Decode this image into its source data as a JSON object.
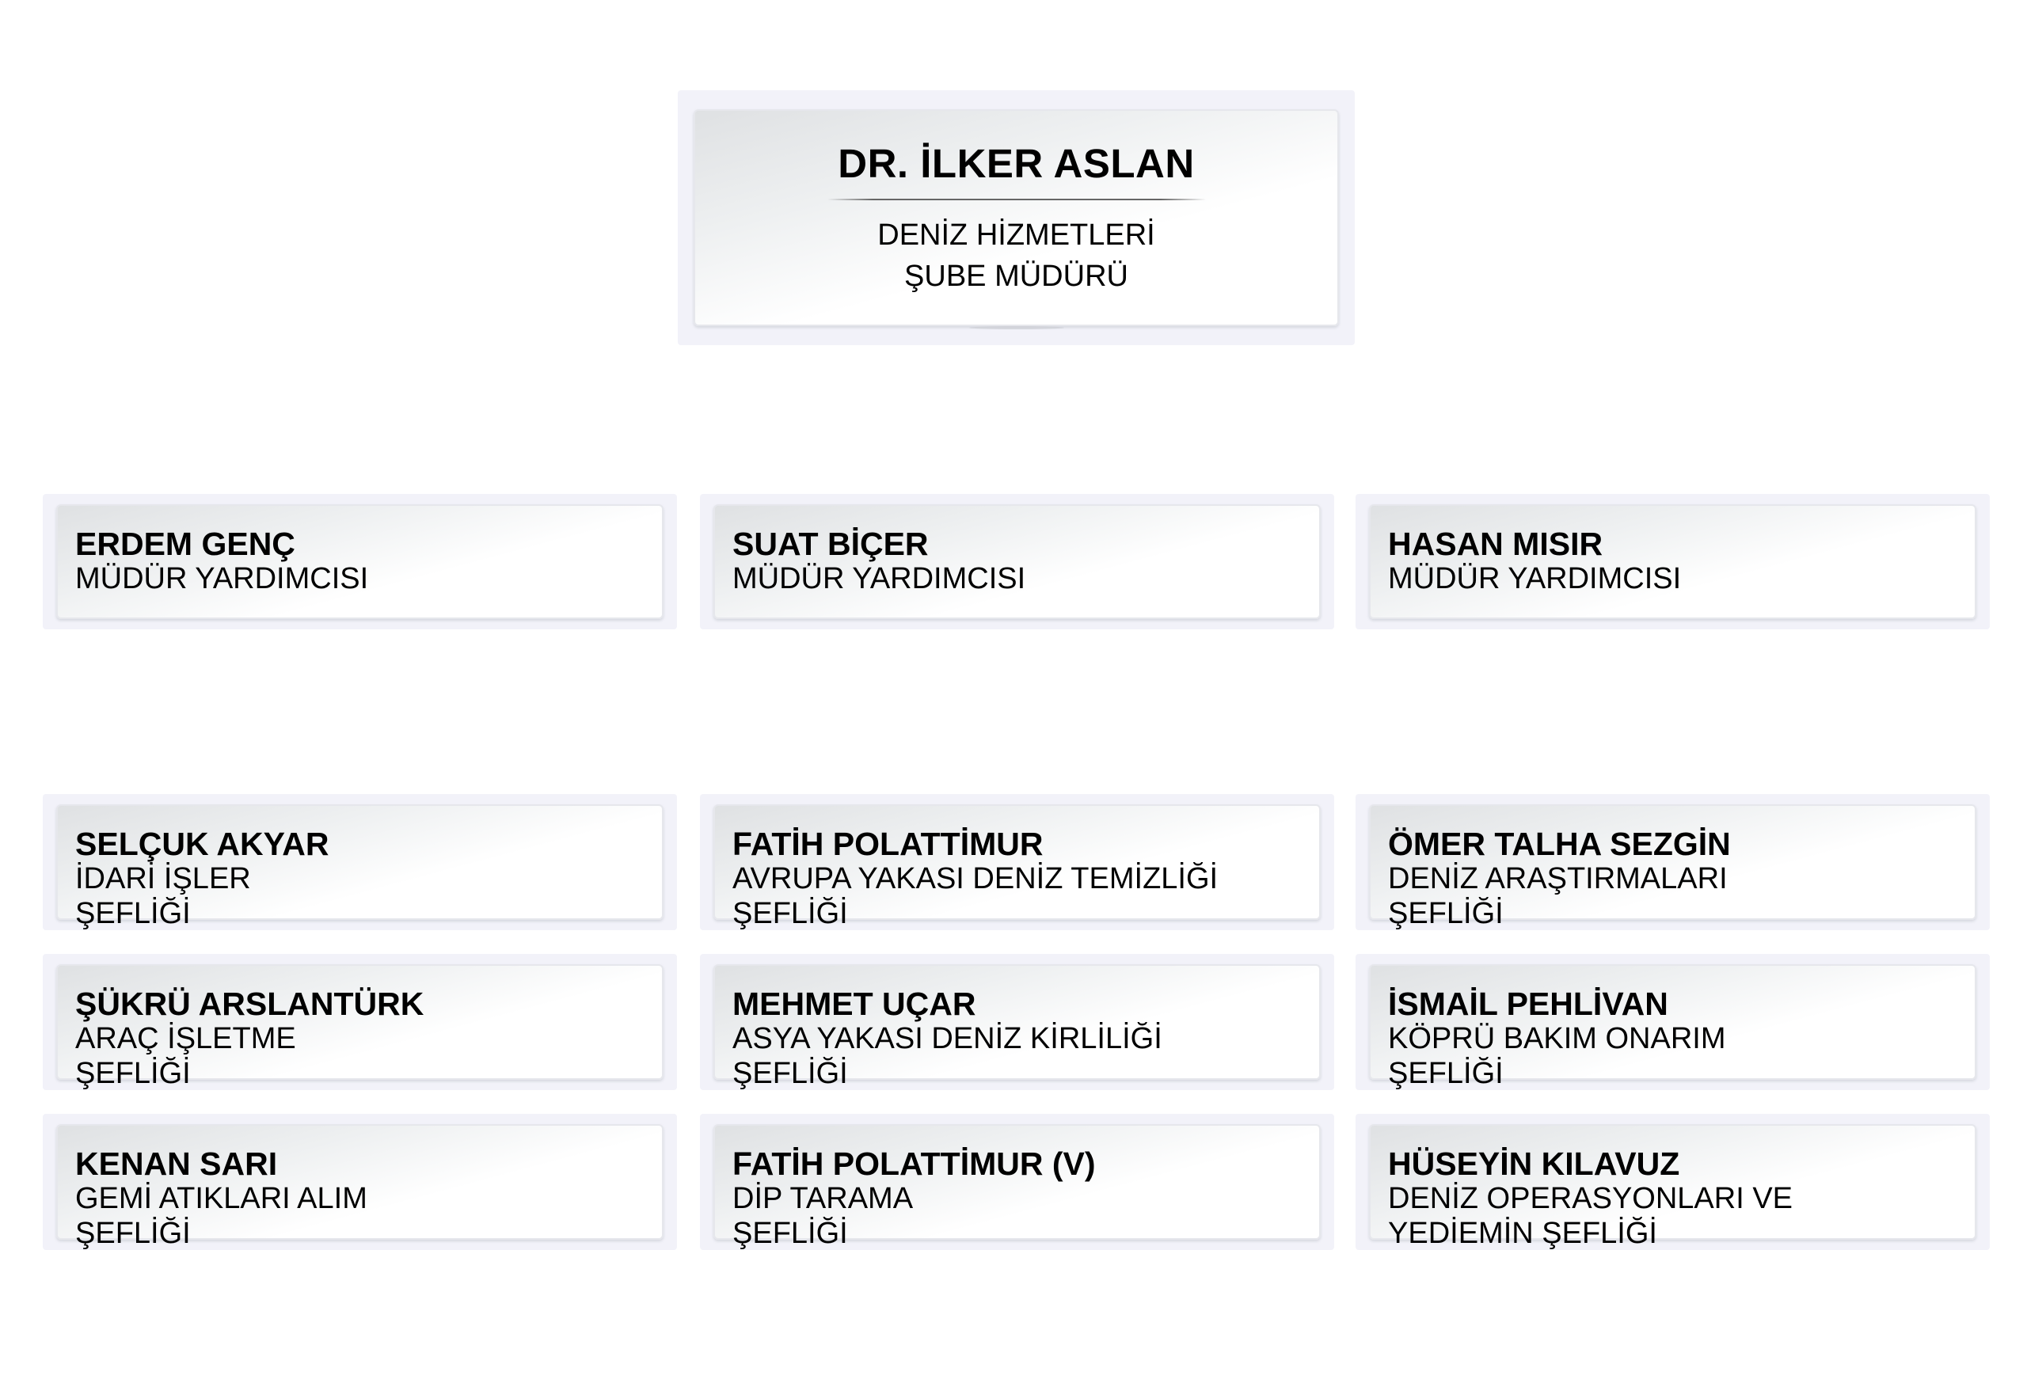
{
  "director": {
    "name": "DR. İLKER ASLAN",
    "title_line1": "DENİZ HİZMETLERİ",
    "title_line2": "ŞUBE MÜDÜRÜ"
  },
  "deputies": [
    {
      "name": "ERDEM GENÇ",
      "title": "MÜDÜR YARDIMCISI"
    },
    {
      "name": "SUAT BİÇER",
      "title": "MÜDÜR YARDIMCISI"
    },
    {
      "name": "HASAN MISIR",
      "title": "MÜDÜR YARDIMCISI"
    }
  ],
  "chiefs": [
    {
      "name": "SELÇUK AKYAR",
      "line1": "İDARİ İŞLER",
      "line2": "ŞEFLİĞİ"
    },
    {
      "name": "FATİH POLATTİMUR",
      "line1": "AVRUPA YAKASI DENİZ TEMİZLİĞİ",
      "line2": "ŞEFLİĞİ"
    },
    {
      "name": "ÖMER TALHA SEZGİN",
      "line1": "DENİZ ARAŞTIRMALARI",
      "line2": "ŞEFLİĞİ"
    },
    {
      "name": "ŞÜKRÜ ARSLANTÜRK",
      "line1": "ARAÇ İŞLETME",
      "line2": "ŞEFLİĞİ"
    },
    {
      "name": "MEHMET UÇAR",
      "line1": "ASYA YAKASI DENİZ KİRLİLİĞİ",
      "line2": "ŞEFLİĞİ"
    },
    {
      "name": "İSMAİL PEHLİVAN",
      "line1": "KÖPRÜ BAKIM ONARIM",
      "line2": "ŞEFLİĞİ"
    },
    {
      "name": "KENAN SARI",
      "line1": "GEMİ ATIKLARI ALIM",
      "line2": "ŞEFLİĞİ"
    },
    {
      "name": "FATİH POLATTİMUR (V)",
      "line1": "DİP TARAMA",
      "line2": "ŞEFLİĞİ"
    },
    {
      "name": "HÜSEYİN KILAVUZ",
      "line1": "DENİZ OPERASYONLARI VE",
      "line2": "YEDİEMİN ŞEFLİĞİ"
    }
  ]
}
